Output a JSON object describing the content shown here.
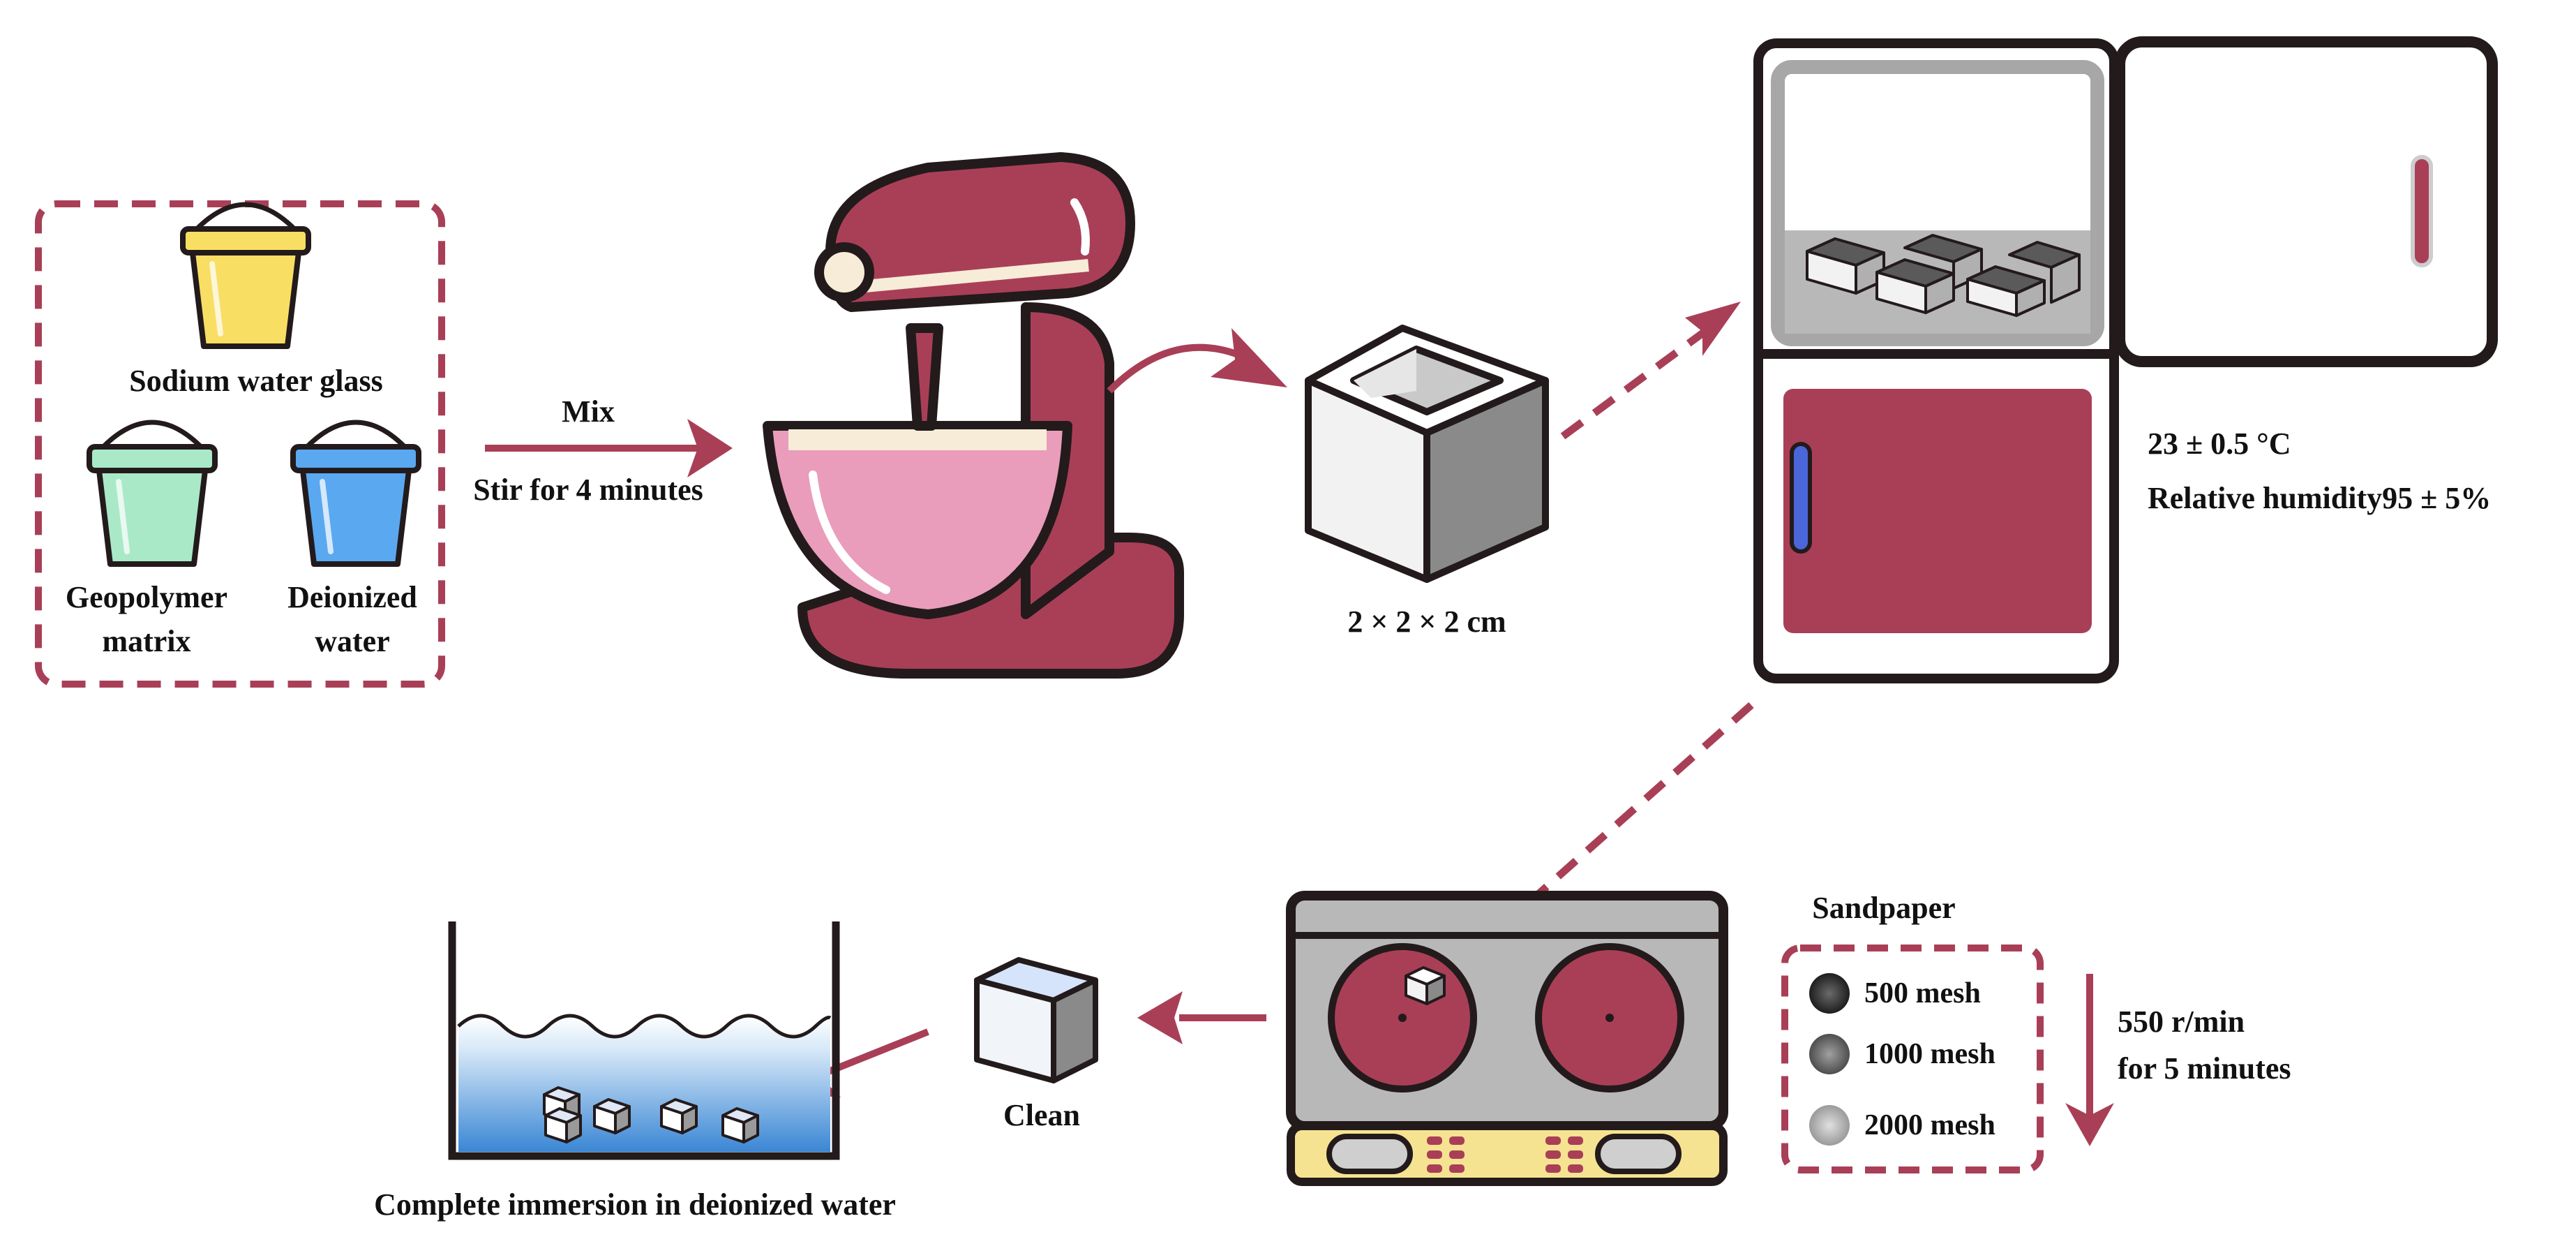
{
  "colors": {
    "accent": "#a93f57",
    "outline": "#231a1c",
    "bucket_yellow": "#f8de63",
    "bucket_green": "#a9e9c8",
    "bucket_blue": "#5aa8f0",
    "bowl_pink": "#e99dba",
    "water_blue": "#3f8ed8",
    "gray_panel": "#b8b8b8",
    "pad_yellow": "#f6e391"
  },
  "icons": [
    "bucket-icon",
    "stand-mixer-icon",
    "cube-mold-icon",
    "curing-cabinet-icon",
    "polishing-machine-icon",
    "sample-cube-icon",
    "water-tank-icon",
    "arrow-icon"
  ],
  "materials": {
    "sodium_water_glass": "Sodium water glass",
    "geopolymer_matrix": [
      "Geopolymer",
      "matrix"
    ],
    "deionized_water": [
      "Deionized",
      "water"
    ]
  },
  "mixing": {
    "label_top": "Mix",
    "label_bottom": "Stir for 4 minutes"
  },
  "mold": {
    "size": "2 × 2 × 2 cm"
  },
  "curing": {
    "temperature": "23 ± 0.5 °C",
    "humidity": "Relative humidity95 ± 5%"
  },
  "polishing": {
    "title": "Sandpaper",
    "grits": [
      "500 mesh",
      "1000 mesh",
      "2000 mesh"
    ],
    "speed": "550 r/min",
    "duration": "for 5 minutes"
  },
  "cleaning": {
    "label": "Clean"
  },
  "immersion": {
    "label": "Complete immersion in deionized water"
  }
}
